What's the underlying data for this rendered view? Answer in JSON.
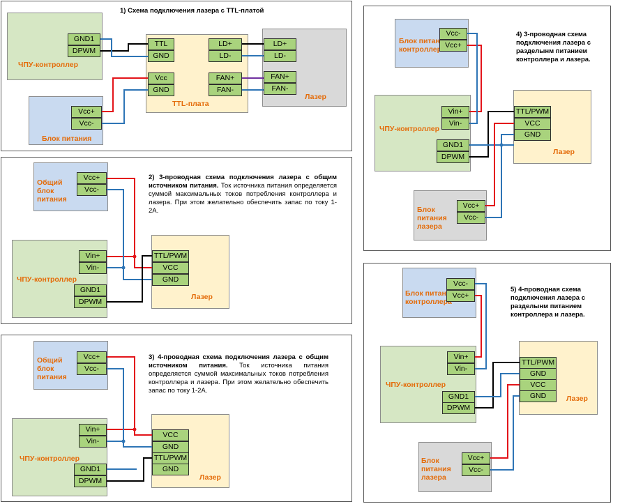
{
  "panel1": {
    "title": "1) Схема подключения лазера с TTL-платой",
    "controller": {
      "label": "ЧПУ-контроллер",
      "gnd": "GND1",
      "pwm": "DPWM"
    },
    "psu": {
      "label": "Блок питания",
      "vp": "Vcc+",
      "vm": "Vcc-"
    },
    "ttl": {
      "label": "TTL-плата",
      "ttl": "TTL",
      "gnd1": "GND",
      "vcc": "Vcc",
      "gnd2": "GND",
      "ldp": "LD+",
      "ldm": "LD-",
      "fanp": "FAN+",
      "fanm": "FAN-"
    },
    "laser": {
      "label": "Лазер",
      "ldp": "LD+",
      "ldm": "LD-",
      "fanp": "FAN+",
      "fanm": "FAN-"
    }
  },
  "panel2": {
    "title_bold": "2) 3-проводная схема подключения лазера с общим источником питания.",
    "title_rest": " Ток источника питания определяется суммой максимальных токов потребления контроллера и лазера. При этом желательно обеспечить запас по току 1-2А.",
    "psu": {
      "label": "Общий блок питания",
      "vp": "Vcc+",
      "vm": "Vcc-"
    },
    "controller": {
      "label": "ЧПУ-контроллер",
      "vinp": "Vin+",
      "vinm": "Vin-",
      "gnd": "GND1",
      "pwm": "DPWM"
    },
    "laser": {
      "label": "Лазер",
      "t1": "TTL/PWM",
      "t2": "VCC",
      "t3": "GND"
    }
  },
  "panel3": {
    "title_bold": "3) 4-проводная схема подключения лазера с общим источником питания.",
    "title_rest": " Ток источника питания определяется суммой максимальных токов потребления контроллера и лазера. При этом желательно обеспечить запас по току 1-2А.",
    "psu": {
      "label": "Общий блок питания",
      "vp": "Vcc+",
      "vm": "Vcc-"
    },
    "controller": {
      "label": "ЧПУ-контроллер",
      "vinp": "Vin+",
      "vinm": "Vin-",
      "gnd": "GND1",
      "pwm": "DPWM"
    },
    "laser": {
      "label": "Лазер",
      "t1": "VCC",
      "t2": "GND",
      "t3": "TTL/PWM",
      "t4": "GND"
    }
  },
  "panel4": {
    "title_bold": "4) 3-проводная схема подключения лазера с разделынм питанием контроллера и лазера.",
    "psu1": {
      "label": "Блок питания контроллера",
      "vm": "Vcc-",
      "vp": "Vcc+"
    },
    "controller": {
      "label": "ЧПУ-контроллер",
      "vinp": "Vin+",
      "vinm": "Vin-",
      "gnd": "GND1",
      "pwm": "DPWM"
    },
    "laser": {
      "label": "Лазер",
      "t1": "TTL/PWM",
      "t2": "VCC",
      "t3": "GND"
    },
    "psu2": {
      "label": "Блок питания лазера",
      "vp": "Vcc+",
      "vm": "Vcc-"
    }
  },
  "panel5": {
    "title_bold": "5) 4-проводная схема подключения лазера с разделынм питанием контроллера и лазера.",
    "psu1": {
      "label": "Блок питания контроллера",
      "vm": "Vcc-",
      "vp": "Vcc+"
    },
    "controller": {
      "label": "ЧПУ-контроллер",
      "vinp": "Vin+",
      "vinm": "Vin-",
      "gnd": "GND1",
      "pwm": "DPWM"
    },
    "laser": {
      "label": "Лазер",
      "t1": "TTL/PWM",
      "t2": "GND",
      "t3": "VCC",
      "t4": "GND"
    },
    "psu2": {
      "label": "Блок питания лазера",
      "vp": "Vcc+",
      "vm": "Vcc-"
    }
  },
  "colors": {
    "positive": "#e3141a",
    "negative": "#2e75b6",
    "signal": "#000000",
    "fan": "#7030a0"
  }
}
